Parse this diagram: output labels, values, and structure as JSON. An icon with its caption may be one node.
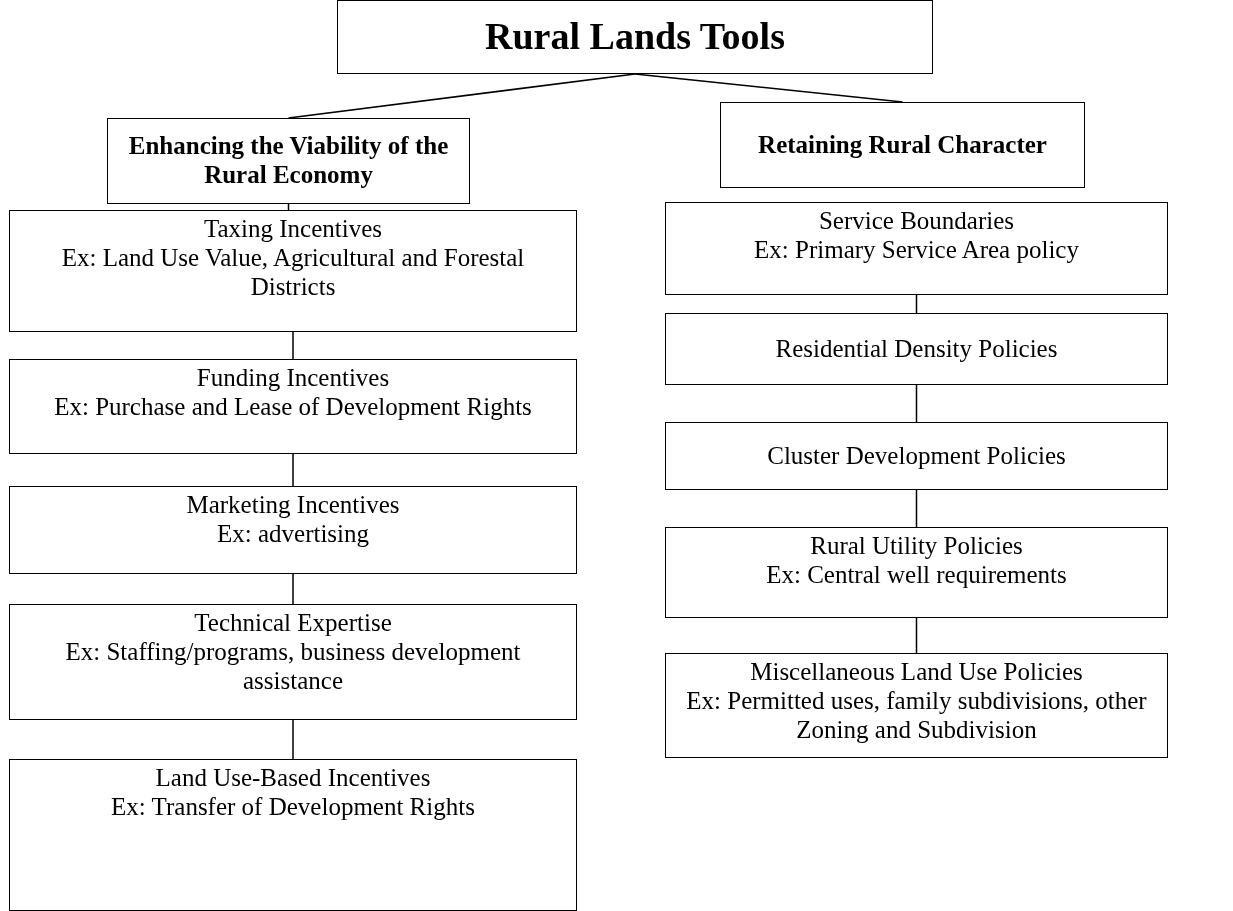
{
  "diagram": {
    "nodes": [
      {
        "text": [
          "Rural Lands Tools"
        ]
      },
      {
        "text": [
          "Enhancing the Viability of the Rural Economy"
        ]
      },
      {
        "text": [
          "Retaining Rural Character"
        ]
      },
      {
        "text": [
          "Taxing Incentives",
          "Ex: Land Use Value, Agricultural and Forestal Districts"
        ]
      },
      {
        "text": [
          "Funding Incentives",
          "Ex: Purchase and Lease of Development Rights"
        ]
      },
      {
        "text": [
          "Marketing Incentives",
          "Ex: advertising"
        ]
      },
      {
        "text": [
          "Technical Expertise",
          "Ex: Staffing/programs, business development assistance"
        ]
      },
      {
        "text": [
          "Land Use-Based Incentives",
          "Ex: Transfer of Development Rights"
        ]
      },
      {
        "text": [
          "Service Boundaries",
          "Ex: Primary Service Area policy"
        ]
      },
      {
        "text": [
          "Residential Density Policies"
        ]
      },
      {
        "text": [
          "Cluster Development Policies"
        ]
      },
      {
        "text": [
          "Rural Utility Policies",
          "Ex: Central well requirements"
        ]
      },
      {
        "text": [
          "Miscellaneous Land Use Policies",
          "Ex: Permitted uses, family subdivisions, other Zoning and Subdivision"
        ]
      }
    ],
    "edges": [
      {
        "from": 0,
        "to": 1,
        "arrow": "none"
      },
      {
        "from": 0,
        "to": 2,
        "arrow": "none"
      },
      {
        "from": 1,
        "to": 3,
        "arrow": "none"
      },
      {
        "from": 3,
        "to": 4,
        "arrow": "none"
      },
      {
        "from": 4,
        "to": 5,
        "arrow": "none"
      },
      {
        "from": 5,
        "to": 6,
        "arrow": "none"
      },
      {
        "from": 6,
        "to": 7,
        "arrow": "none"
      },
      {
        "from": 8,
        "to": 9,
        "arrow": "none"
      },
      {
        "from": 9,
        "to": 10,
        "arrow": "none"
      },
      {
        "from": 10,
        "to": 11,
        "arrow": "none"
      },
      {
        "from": 11,
        "to": 12,
        "arrow": "none"
      }
    ]
  }
}
